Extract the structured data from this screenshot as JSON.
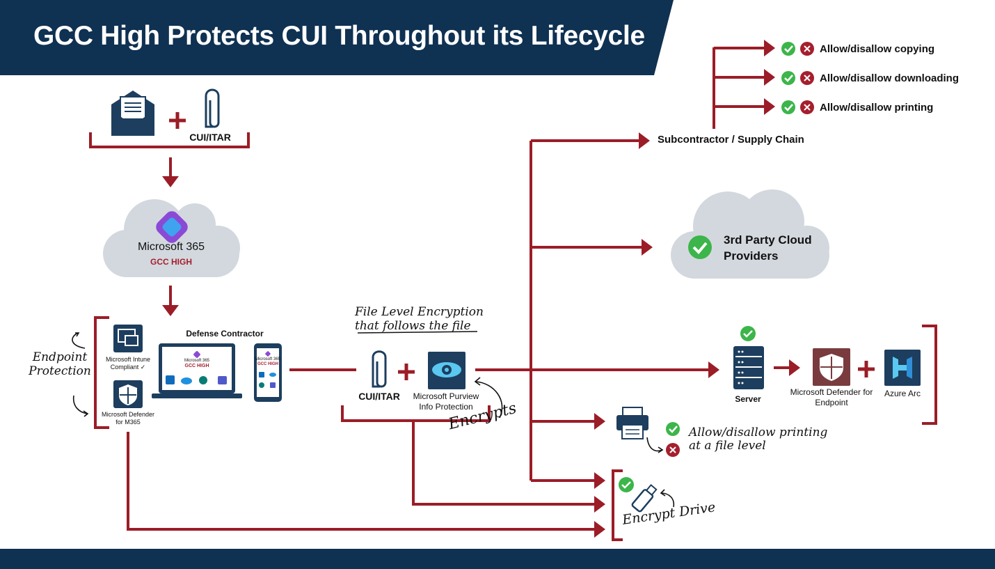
{
  "title": "GCC High Protects CUI Throughout its Lifecycle",
  "colors": {
    "navy": "#0f3152",
    "red": "#9b1d27",
    "cloud": "#d3d8df",
    "green": "#3cb54a",
    "blue_icon": "#1d3e5e"
  },
  "input": {
    "cui_label": "CUI/ITAR",
    "icons": [
      "envelope-icon",
      "paperclip-icon"
    ]
  },
  "m365": {
    "name": "Microsoft 365",
    "tier": "GCC HIGH"
  },
  "endpoint": {
    "label": "Endpoint Protection",
    "intune": "Microsoft Intune Compliant ✓",
    "defender": "Microsoft Defender for M365"
  },
  "contractor": {
    "title": "Defense Contractor",
    "laptop_brand": "Microsoft 365",
    "laptop_tier": "GCC HIGH",
    "phone_brand": "Microsoft 365",
    "phone_tier": "GCC HIGH"
  },
  "encryption": {
    "note": "File Level Encryption that follows the file",
    "cui_label": "CUI/ITAR",
    "purview": "Microsoft Purview Info Protection",
    "encrypts": "Encrypts"
  },
  "subcontractor": {
    "label": "Subcontractor / Supply Chain",
    "permissions": [
      "Allow/disallow copying",
      "Allow/disallow downloading",
      "Allow/disallow printing"
    ]
  },
  "cloud3p": {
    "label": "3rd Party Cloud Providers"
  },
  "server": {
    "label": "Server",
    "defender": "Microsoft Defender for Endpoint",
    "azure": "Azure Arc"
  },
  "printing": {
    "label": "Allow/disallow printing at a file level"
  },
  "drive": {
    "label": "Encrypt Drive"
  }
}
